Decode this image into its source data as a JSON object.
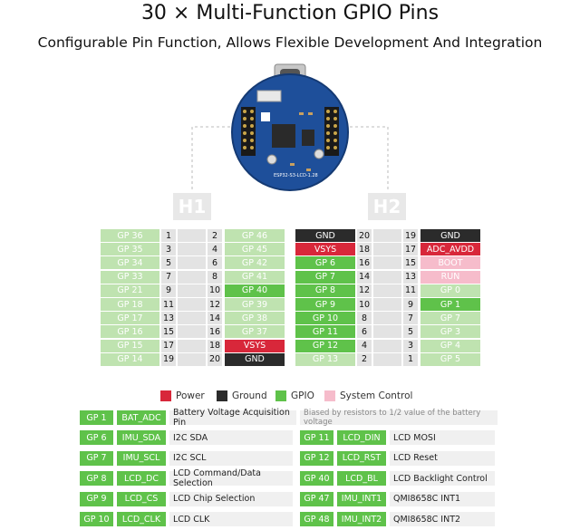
{
  "title": "30 × Multi-Function GPIO Pins",
  "subtitle": "Configurable Pin Function, Allows Flexible Development And Integration",
  "board": {
    "silkscreen": "ESP32-S3-LCD-1.28",
    "left_label": "H1",
    "right_label": "H2"
  },
  "colors": {
    "power": "#d8273a",
    "ground": "#2b2b2b",
    "gpio": "#5fc24a",
    "gpio_light": "#bfe3b0",
    "system_control": "#f6bccb"
  },
  "h1": {
    "rows": [
      {
        "l": "GP 36",
        "ln": "1",
        "rn": "2",
        "r": "GP 46",
        "lc": "lg",
        "rc": "lg"
      },
      {
        "l": "GP 35",
        "ln": "3",
        "rn": "4",
        "r": "GP 45",
        "lc": "lg",
        "rc": "lg"
      },
      {
        "l": "GP 34",
        "ln": "5",
        "rn": "6",
        "r": "GP 42",
        "lc": "lg",
        "rc": "lg"
      },
      {
        "l": "GP 33",
        "ln": "7",
        "rn": "8",
        "r": "GP 41",
        "lc": "lg",
        "rc": "lg"
      },
      {
        "l": "GP 21",
        "ln": "9",
        "rn": "10",
        "r": "GP 40",
        "lc": "lg",
        "rc": "g"
      },
      {
        "l": "GP 18",
        "ln": "11",
        "rn": "12",
        "r": "GP 39",
        "lc": "lg",
        "rc": "lg"
      },
      {
        "l": "GP 17",
        "ln": "13",
        "rn": "14",
        "r": "GP 38",
        "lc": "lg",
        "rc": "lg"
      },
      {
        "l": "GP 16",
        "ln": "15",
        "rn": "16",
        "r": "GP 37",
        "lc": "lg",
        "rc": "lg"
      },
      {
        "l": "GP 15",
        "ln": "17",
        "rn": "18",
        "r": "VSYS",
        "lc": "lg",
        "rc": "r"
      },
      {
        "l": "GP 14",
        "ln": "19",
        "rn": "20",
        "r": "GND",
        "lc": "lg",
        "rc": "k"
      }
    ]
  },
  "h2": {
    "rows": [
      {
        "l": "GND",
        "ln": "20",
        "rn": "19",
        "r": "GND",
        "lc": "k",
        "rc": "k"
      },
      {
        "l": "VSYS",
        "ln": "18",
        "rn": "17",
        "r": "ADC_AVDD",
        "lc": "r",
        "rc": "r"
      },
      {
        "l": "GP 6",
        "ln": "16",
        "rn": "15",
        "r": "BOOT",
        "lc": "g",
        "rc": "p"
      },
      {
        "l": "GP 7",
        "ln": "14",
        "rn": "13",
        "r": "RUN",
        "lc": "g",
        "rc": "p"
      },
      {
        "l": "GP 8",
        "ln": "12",
        "rn": "11",
        "r": "GP 0",
        "lc": "g",
        "rc": "lg"
      },
      {
        "l": "GP 9",
        "ln": "10",
        "rn": "9",
        "r": "GP 1",
        "lc": "g",
        "rc": "g"
      },
      {
        "l": "GP 10",
        "ln": "8",
        "rn": "7",
        "r": "GP 7",
        "lc": "g",
        "rc": "lg"
      },
      {
        "l": "GP 11",
        "ln": "6",
        "rn": "5",
        "r": "GP 3",
        "lc": "g",
        "rc": "lg"
      },
      {
        "l": "GP 12",
        "ln": "4",
        "rn": "3",
        "r": "GP 4",
        "lc": "g",
        "rc": "lg"
      },
      {
        "l": "GP 13",
        "ln": "2",
        "rn": "1",
        "r": "GP 5",
        "lc": "lg",
        "rc": "lg"
      }
    ]
  },
  "legend": {
    "power": "Power",
    "ground": "Ground",
    "gpio": "GPIO",
    "system": "System Control"
  },
  "functions": {
    "row1": {
      "gp": "GP 1",
      "fn": "BAT_ADC",
      "desc": "Battery Voltage Acquisition Pin",
      "note": "Biased by resistors to 1/2 value of the battery voltage"
    },
    "left": [
      {
        "gp": "GP 6",
        "fn": "IMU_SDA",
        "desc": "I2C SDA"
      },
      {
        "gp": "GP 7",
        "fn": "IMU_SCL",
        "desc": "I2C SCL"
      },
      {
        "gp": "GP 8",
        "fn": "LCD_DC",
        "desc": "LCD Command/Data Selection"
      },
      {
        "gp": "GP 9",
        "fn": "LCD_CS",
        "desc": "LCD Chip Selection"
      },
      {
        "gp": "GP 10",
        "fn": "LCD_CLK",
        "desc": "LCD CLK"
      }
    ],
    "right": [
      {
        "gp": "GP 11",
        "fn": "LCD_DIN",
        "desc": "LCD MOSI"
      },
      {
        "gp": "GP 12",
        "fn": "LCD_RST",
        "desc": "LCD Reset"
      },
      {
        "gp": "GP 40",
        "fn": "LCD_BL",
        "desc": "LCD Backlight Control"
      },
      {
        "gp": "GP 47",
        "fn": "IMU_INT1",
        "desc": "QMI8658C INT1"
      },
      {
        "gp": "GP 48",
        "fn": "IMU_INT2",
        "desc": "QMI8658C INT2"
      }
    ]
  }
}
